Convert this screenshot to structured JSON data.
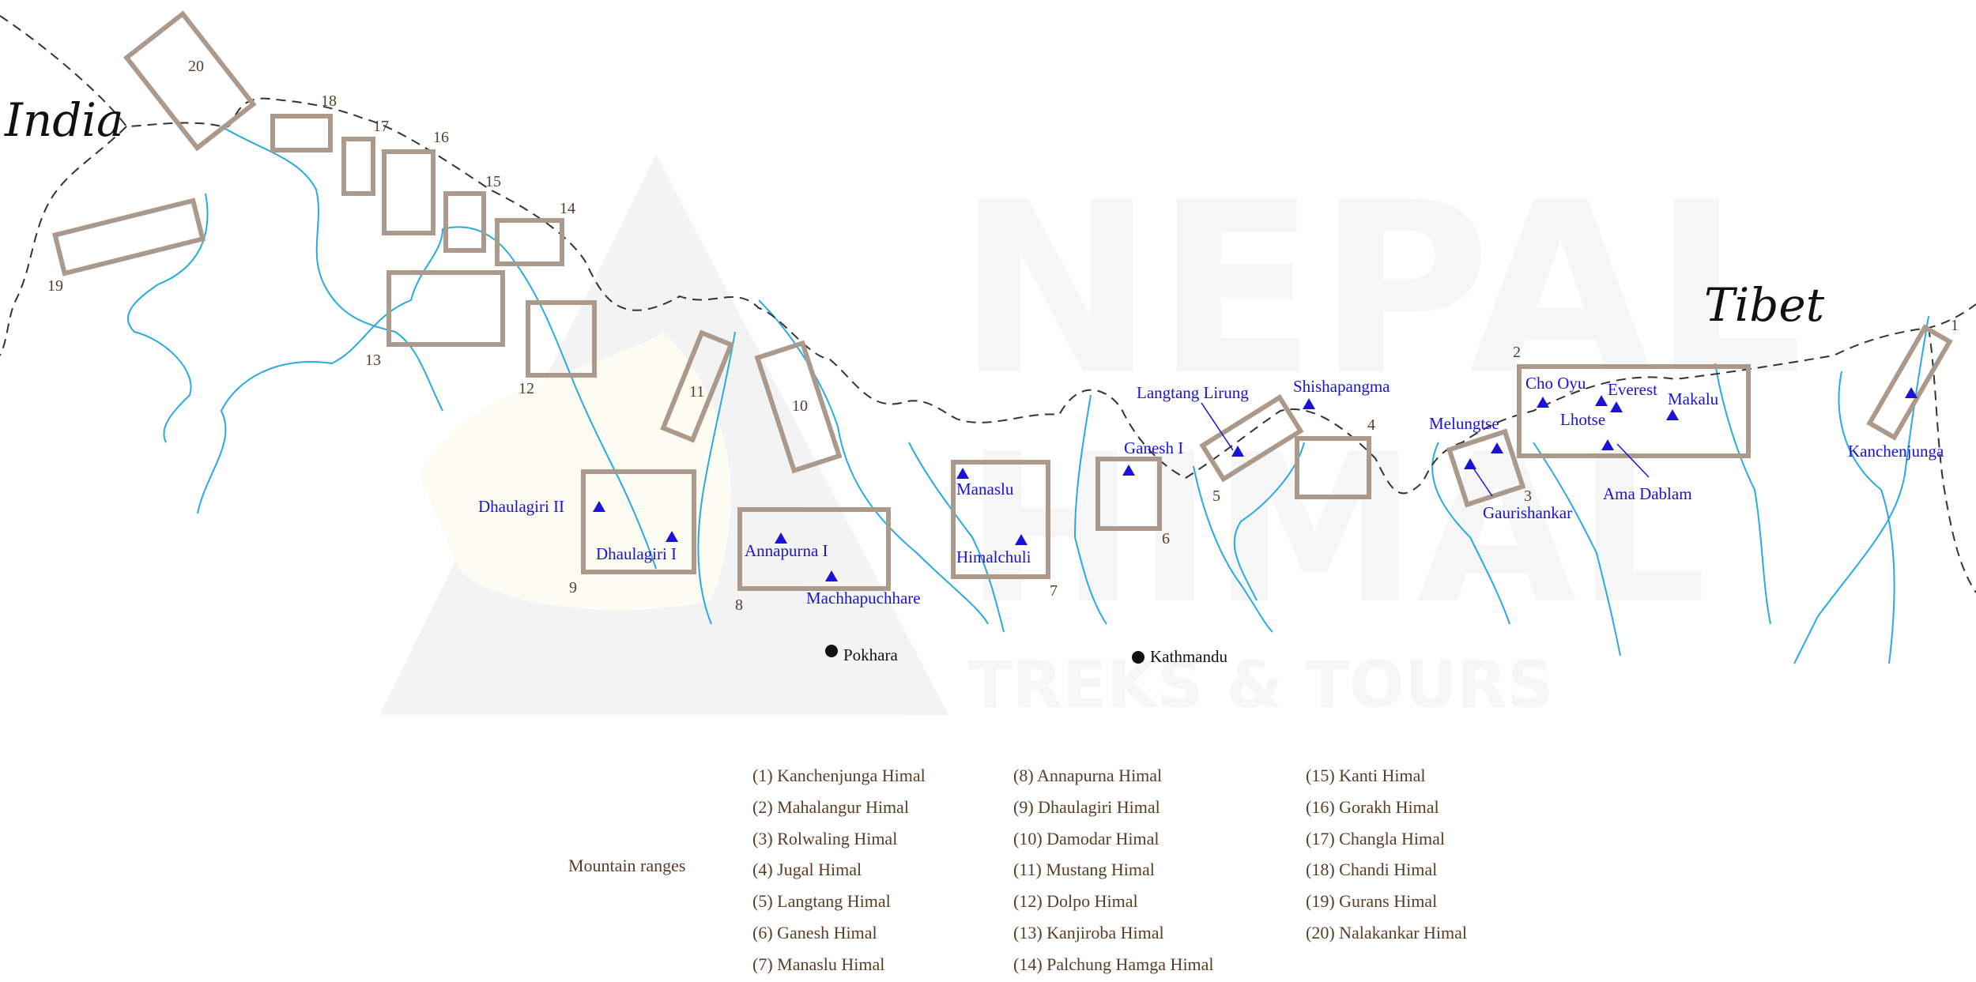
{
  "countries": {
    "india": "India",
    "tibet": "Tibet"
  },
  "watermark": {
    "line1": "NEPAL",
    "line2": "HIMAL",
    "line3": "TREKS & TOURS"
  },
  "colors": {
    "range_box": "#ab9a8b",
    "river": "#29aae1",
    "peak": "#1a12d6",
    "label": "#5a3c28"
  },
  "range_numbers": [
    "1",
    "2",
    "3",
    "4",
    "5",
    "6",
    "7",
    "8",
    "9",
    "10",
    "11",
    "12",
    "13",
    "14",
    "15",
    "16",
    "17",
    "18",
    "19",
    "20"
  ],
  "peaks": [
    "Kanchenjunga",
    "Cho Oyu",
    "Everest",
    "Lhotse",
    "Makalu",
    "Ama Dablam",
    "Melungtse",
    "Gaurishankar",
    "Langtang Lirung",
    "Shishapangma",
    "Ganesh I",
    "Manaslu",
    "Himalchuli",
    "Annapurna I",
    "Machhapuchhare",
    "Dhaulagiri II",
    "Dhaulagiri I"
  ],
  "cities": {
    "pokhara": "Pokhara",
    "kathmandu": "Kathmandu"
  },
  "legend": {
    "title": "Mountain ranges",
    "col1": [
      "(1) Kanchenjunga Himal",
      "(2) Mahalangur Himal",
      "(3) Rolwaling Himal",
      "(4) Jugal Himal",
      "(5) Langtang Himal",
      "(6) Ganesh Himal",
      "(7) Manaslu Himal"
    ],
    "col2": [
      "(8) Annapurna Himal",
      "(9) Dhaulagiri Himal",
      "(10) Damodar Himal",
      "(11) Mustang Himal",
      "(12) Dolpo Himal",
      "(13) Kanjiroba Himal",
      "(14) Palchung Hamga Himal"
    ],
    "col3": [
      "(15) Kanti Himal",
      "(16) Gorakh Himal",
      "(17) Changla Himal",
      "(18) Chandi Himal",
      "(19) Gurans Himal",
      "(20) Nalakankar Himal"
    ]
  }
}
